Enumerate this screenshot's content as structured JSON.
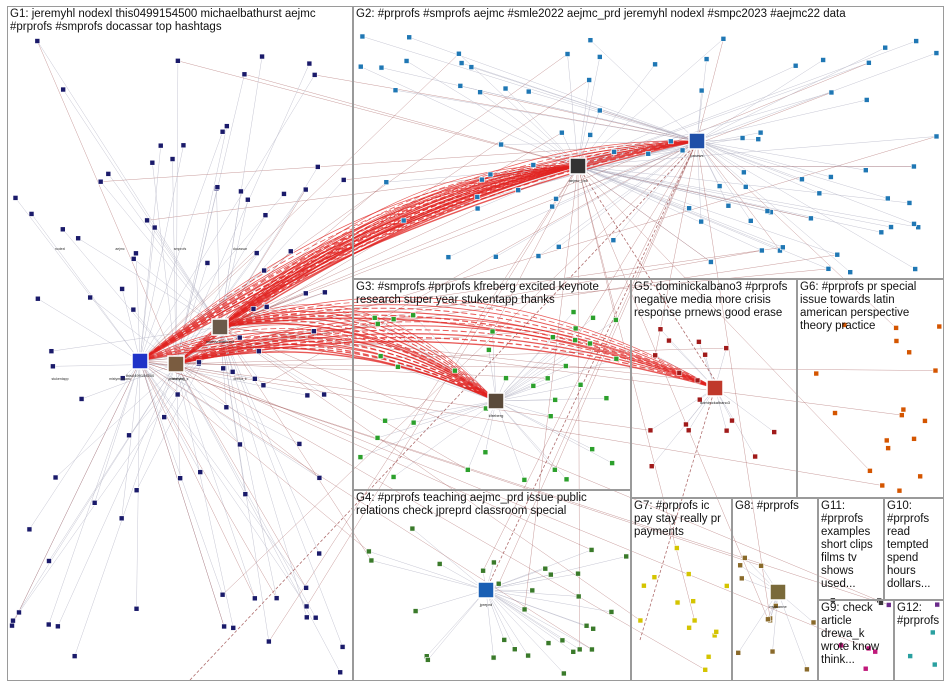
{
  "groups": [
    {
      "id": "g1",
      "label": "G1: jeremyhl nodexl this0499154500 michaelbathurst aejmc #prprofs #smprofs docassar top hashtags"
    },
    {
      "id": "g2",
      "label": "G2: #prprofs #smprofs aejmc #smle2022 aejmc_prd jeremyhl nodexl #smpc2023 #aejmc22 data"
    },
    {
      "id": "g3",
      "label": "G3: #smprofs #prprofs kfreberg excited keynote research super year stukentapp thanks"
    },
    {
      "id": "g4",
      "label": "G4: #prprofs teaching aejmc_prd issue public relations check jpreprd classroom special"
    },
    {
      "id": "g5",
      "label": "G5: dominickalbano3 #prprofs negative media more crisis response prnews good erase"
    },
    {
      "id": "g6",
      "label": "G6: #prprofs pr special issue towards latin american perspective theory practice"
    },
    {
      "id": "g7",
      "label": "G7: #prprofs ic pay stay really pr payments"
    },
    {
      "id": "g8",
      "label": "G8: #prprofs"
    },
    {
      "id": "g11",
      "label": "G11: #prprofs examples short clips films tv shows used..."
    },
    {
      "id": "g10",
      "label": "G10: #prprofs read tempted spend hours dollars..."
    },
    {
      "id": "g9",
      "label": "G9: check article drewa_k wrote know think..."
    },
    {
      "id": "g12",
      "label": "G12: #prprofs"
    }
  ],
  "hubs": [
    {
      "id": "h1",
      "group": "g1",
      "label": "this0499154500",
      "color": "#1f33c8"
    },
    {
      "id": "h2",
      "group": "g1",
      "label": "michaelbathurst",
      "color": "#6b5a4a"
    },
    {
      "id": "h3",
      "group": "g1",
      "label": "jeremyhl",
      "color": "#7a5c40"
    },
    {
      "id": "h4",
      "group": "g2",
      "label": "aejmc_prd",
      "color": "#333333"
    },
    {
      "id": "h5",
      "group": "g2",
      "label": "prnews",
      "color": "#1f4fa8"
    },
    {
      "id": "h6",
      "group": "g3",
      "label": "kfreberg",
      "color": "#5a4a3a"
    },
    {
      "id": "h7",
      "group": "g5",
      "label": "dominickalbano3",
      "color": "#c0392b"
    },
    {
      "id": "h8",
      "group": "g4",
      "label": "jpreprd",
      "color": "#1a5fb4"
    },
    {
      "id": "h9",
      "group": "g8",
      "label": "myjeanne",
      "color": "#7a6a3a"
    }
  ],
  "node_labels": [
    "nodexl",
    "aejmc",
    "smprofs",
    "docassar",
    "stukentapp",
    "mistymontano",
    "kfreberg_s",
    "drewa_k"
  ],
  "colors": {
    "g1": "#1a1a6a",
    "g2": "#1f77b4",
    "g3": "#2ca02c",
    "g4": "#3a7a2a",
    "g5": "#a01a1a",
    "g6": "#d45500",
    "g7": "#d4c400",
    "g8": "#8a6a2a",
    "g9": "#c0187a",
    "g10": "#6a2a8a",
    "g11": "#3a3a3a",
    "g12": "#2aa0a0",
    "edge_strong": "#e0211f",
    "edge_mid": "#9c4b4b",
    "edge_light": "#b8b8c8"
  }
}
